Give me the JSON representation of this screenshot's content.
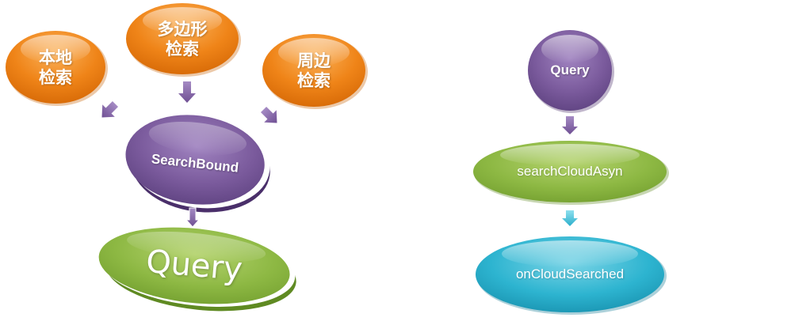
{
  "left_diagram": {
    "sources": [
      {
        "label": "本地\n检索"
      },
      {
        "label": "多边形\n检索"
      },
      {
        "label": "周边\n检索"
      }
    ],
    "center": {
      "label": "SearchBound"
    },
    "result": {
      "label": "Query"
    }
  },
  "right_diagram": {
    "steps": [
      {
        "label": "Query"
      },
      {
        "label": "searchCloudAsyn"
      },
      {
        "label": "onCloudSearched"
      }
    ]
  },
  "colors": {
    "orange": "#f08a1e",
    "purple": "#7b5c9e",
    "green": "#8fb944",
    "cyan": "#2bb3cf"
  }
}
